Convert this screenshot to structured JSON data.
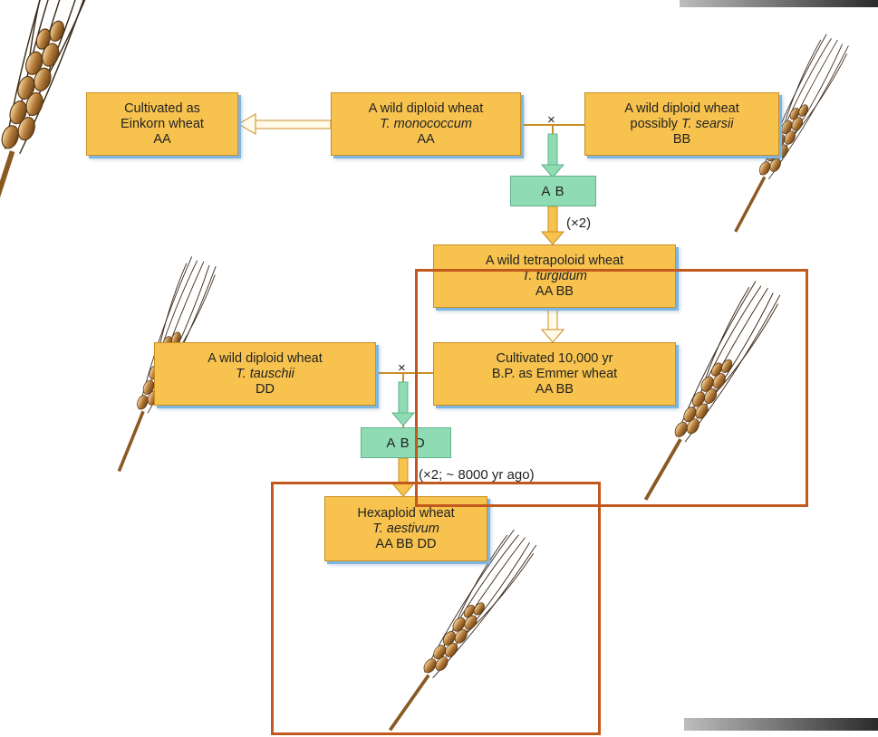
{
  "boxes": {
    "einkorn": {
      "line1": "Cultivated as",
      "line2": "Einkorn wheat",
      "line3": "AA"
    },
    "monococcum": {
      "line1": "A wild diploid wheat",
      "species": "T. monococcum",
      "genome": "AA"
    },
    "searsii": {
      "line1": "A wild diploid wheat",
      "prefix": "possibly ",
      "species": "T. searsii",
      "genome": "BB"
    },
    "turgidum": {
      "line1": "A wild tetrapoloid wheat",
      "species": "T. turgidum",
      "genome": "AA BB"
    },
    "emmer": {
      "line1": "Cultivated 10,000 yr",
      "line2": "B.P. as Emmer wheat",
      "line3": "AA BB"
    },
    "tauschii": {
      "line1": "A wild diploid wheat",
      "species": "T. tauschii",
      "genome": "DD"
    },
    "aestivum": {
      "line1": "Hexaploid wheat",
      "species": "T. aestivum",
      "genome": "AA BB DD"
    }
  },
  "hybrids": {
    "ab": "A B",
    "abd": "A B D"
  },
  "notes": {
    "doubling1": "(×2)",
    "doubling2": "(×2; ~ 8000 yr ago)",
    "cross_symbol": "×"
  },
  "colors": {
    "box": "#f7c24e",
    "hybrid": "#8fdcb4",
    "highlight": "#c1581c",
    "wheat": "#8a5a22"
  }
}
